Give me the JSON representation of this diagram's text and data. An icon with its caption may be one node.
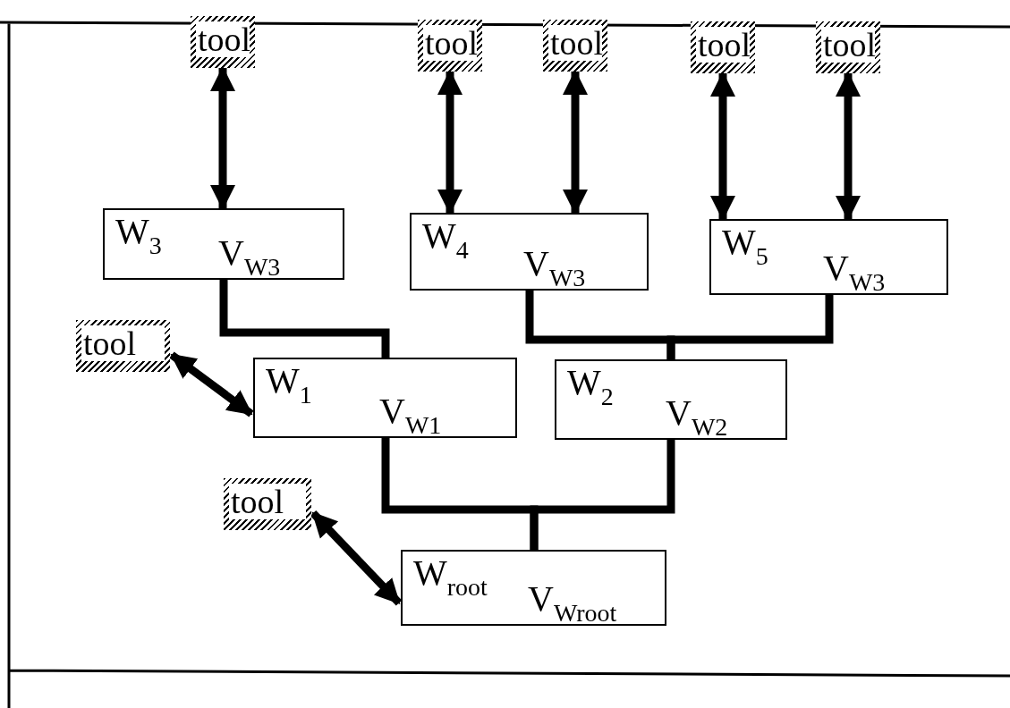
{
  "diagram": {
    "nodes": [
      {
        "text": [
          "tool"
        ]
      },
      {
        "text": [
          "tool"
        ]
      },
      {
        "text": [
          "tool"
        ]
      },
      {
        "text": [
          "tool"
        ]
      },
      {
        "text": [
          "tool"
        ]
      },
      {
        "text": [
          "W$_{3}$",
          "V$_{W3}$"
        ]
      },
      {
        "text": [
          "W$_{4}$",
          "V$_{W3}$"
        ]
      },
      {
        "text": [
          "W$_{5}$",
          "V$_{W3}$"
        ]
      },
      {
        "text": [
          "tool"
        ]
      },
      {
        "text": [
          "W$_{1}$",
          "V$_{W1}$"
        ]
      },
      {
        "text": [
          "W$_{2}$",
          "V$_{W2}$"
        ]
      },
      {
        "text": [
          "tool"
        ]
      },
      {
        "text": [
          "W$_{root}$",
          "V$_{Wroot}$"
        ]
      }
    ],
    "edges": [
      {
        "from": 0,
        "to": 5,
        "arrow": "both"
      },
      {
        "from": 1,
        "to": 6,
        "arrow": "both"
      },
      {
        "from": 2,
        "to": 6,
        "arrow": "both"
      },
      {
        "from": 3,
        "to": 7,
        "arrow": "both"
      },
      {
        "from": 4,
        "to": 7,
        "arrow": "both"
      },
      {
        "from": 5,
        "to": 9,
        "arrow": "none"
      },
      {
        "from": 6,
        "to": 10,
        "arrow": "none"
      },
      {
        "from": 7,
        "to": 10,
        "arrow": "none"
      },
      {
        "from": 8,
        "to": 9,
        "arrow": "both"
      },
      {
        "from": 9,
        "to": 12,
        "arrow": "none"
      },
      {
        "from": 10,
        "to": 12,
        "arrow": "none"
      },
      {
        "from": 11,
        "to": 12,
        "arrow": "both"
      }
    ]
  }
}
